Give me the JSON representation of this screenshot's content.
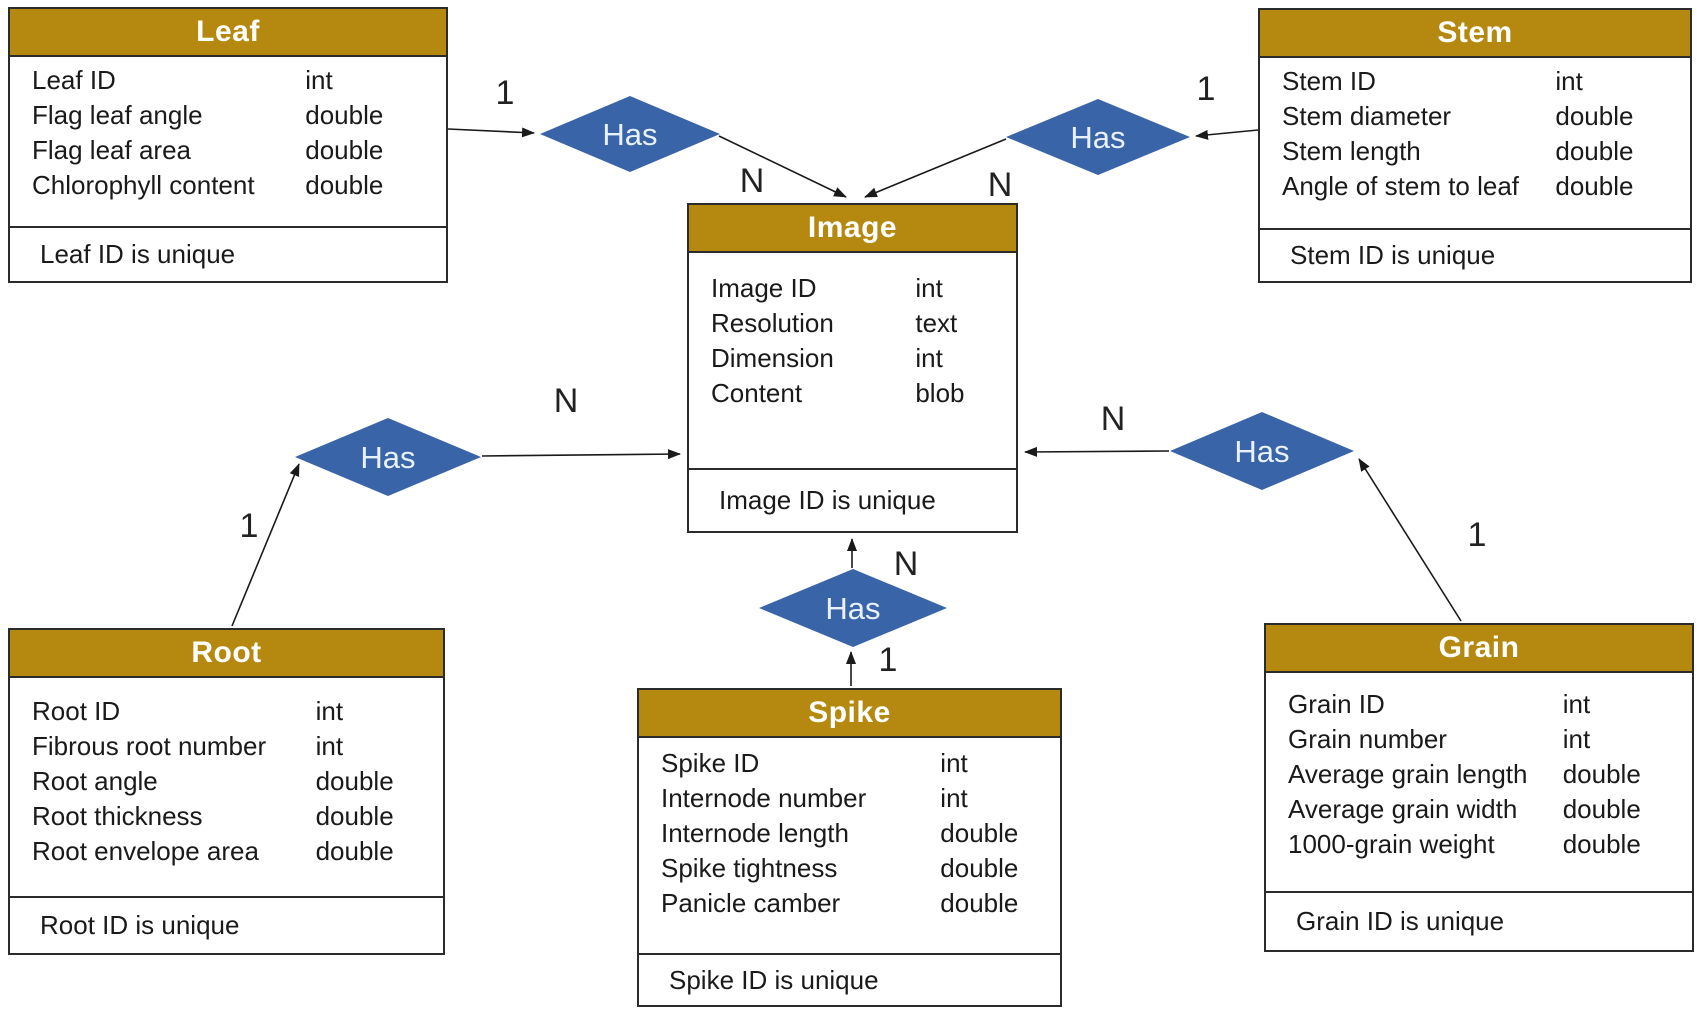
{
  "colors": {
    "entity_header": "#b5890f",
    "entity_border": "#2b2b2b",
    "diamond_fill": "#3a64a8",
    "diamond_text": "#e9f2fc",
    "connector_line": "#1a1a1a",
    "text": "#1a1a1a",
    "background": "#ffffff"
  },
  "entities": [
    {
      "title": "Leaf",
      "attributes": [
        {
          "name": "Leaf ID",
          "type": "int"
        },
        {
          "name": "Flag leaf angle",
          "type": "double"
        },
        {
          "name": "Flag leaf area",
          "type": "double"
        },
        {
          "name": "Chlorophyll content",
          "type": "double"
        }
      ],
      "note": "Leaf ID is unique"
    },
    {
      "title": "Stem",
      "attributes": [
        {
          "name": "Stem ID",
          "type": "int"
        },
        {
          "name": "Stem diameter",
          "type": "double"
        },
        {
          "name": "Stem length",
          "type": "double"
        },
        {
          "name": "Angle of stem to leaf",
          "type": "double"
        }
      ],
      "note": "Stem ID is unique"
    },
    {
      "title": "Image",
      "attributes": [
        {
          "name": "Image ID",
          "type": "int"
        },
        {
          "name": "Resolution",
          "type": "text"
        },
        {
          "name": "Dimension",
          "type": "int"
        },
        {
          "name": "Content",
          "type": "blob"
        }
      ],
      "note": "Image ID is unique"
    },
    {
      "title": "Root",
      "attributes": [
        {
          "name": "Root ID",
          "type": "int"
        },
        {
          "name": "Fibrous root number",
          "type": "int"
        },
        {
          "name": "Root angle",
          "type": "double"
        },
        {
          "name": "Root thickness",
          "type": "double"
        },
        {
          "name": "Root envelope area",
          "type": "double"
        }
      ],
      "note": "Root ID is unique"
    },
    {
      "title": "Spike",
      "attributes": [
        {
          "name": "Spike ID",
          "type": "int"
        },
        {
          "name": "Internode number",
          "type": "int"
        },
        {
          "name": "Internode length",
          "type": "double"
        },
        {
          "name": "Spike tightness",
          "type": "double"
        },
        {
          "name": "Panicle camber",
          "type": "double"
        }
      ],
      "note": "Spike ID is unique"
    },
    {
      "title": "Grain",
      "attributes": [
        {
          "name": "Grain ID",
          "type": "int"
        },
        {
          "name": "Grain number",
          "type": "int"
        },
        {
          "name": "Average grain length",
          "type": "double"
        },
        {
          "name": "Average grain width",
          "type": "double"
        },
        {
          "name": "1000-grain weight",
          "type": "double"
        }
      ],
      "note": "Grain ID is unique"
    }
  ],
  "relationships": [
    {
      "name": "leaf-image",
      "label": "Has",
      "source": "Leaf",
      "target": "Image",
      "source_card": "1",
      "target_card": "N"
    },
    {
      "name": "stem-image",
      "label": "Has",
      "source": "Stem",
      "target": "Image",
      "source_card": "1",
      "target_card": "N"
    },
    {
      "name": "root-image",
      "label": "Has",
      "source": "Root",
      "target": "Image",
      "source_card": "1",
      "target_card": "N"
    },
    {
      "name": "grain-image",
      "label": "Has",
      "source": "Grain",
      "target": "Image",
      "source_card": "1",
      "target_card": "N"
    },
    {
      "name": "spike-image",
      "label": "Has",
      "source": "Spike",
      "target": "Image",
      "source_card": "1",
      "target_card": "N"
    }
  ]
}
